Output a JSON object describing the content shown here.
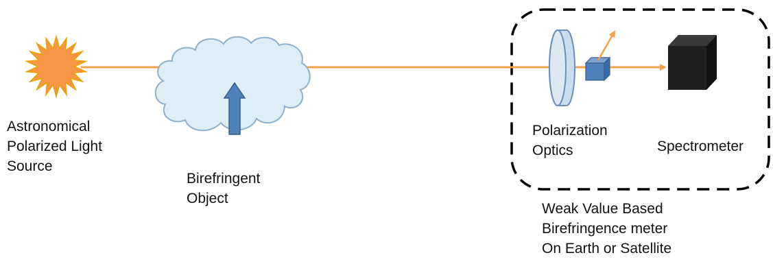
{
  "labels": {
    "source": [
      "Astronomical",
      "Polarized Light",
      "Source"
    ],
    "object": [
      "Birefringent",
      "Object"
    ],
    "optics": [
      "Polarization",
      "Optics"
    ],
    "spectrometer": "Spectrometer",
    "meter": [
      "Weak Value Based",
      "Birefringence meter",
      "On Earth or Satellite"
    ]
  },
  "colors": {
    "beam": "#F7A04B",
    "sun_fill": "#F79646",
    "sun_stroke": "#E8A200",
    "cloud_fill": "#DDEEF6",
    "cloud_stroke": "#8FB0CC",
    "arrow_fill": "#4F81BD",
    "arrow_stroke": "#385D8A",
    "lens_fill": "#C9DDEE",
    "lens_stroke": "#6B8FB8",
    "cube_fill": "#4F81BD",
    "spectrometer_fill": "#1F1F1F",
    "box_border": "#000000"
  },
  "icons": [
    "star-burst-icon",
    "cloud-icon",
    "up-arrow-icon",
    "lens-icon",
    "polarizer-cube-icon",
    "spectrometer-box-icon"
  ]
}
